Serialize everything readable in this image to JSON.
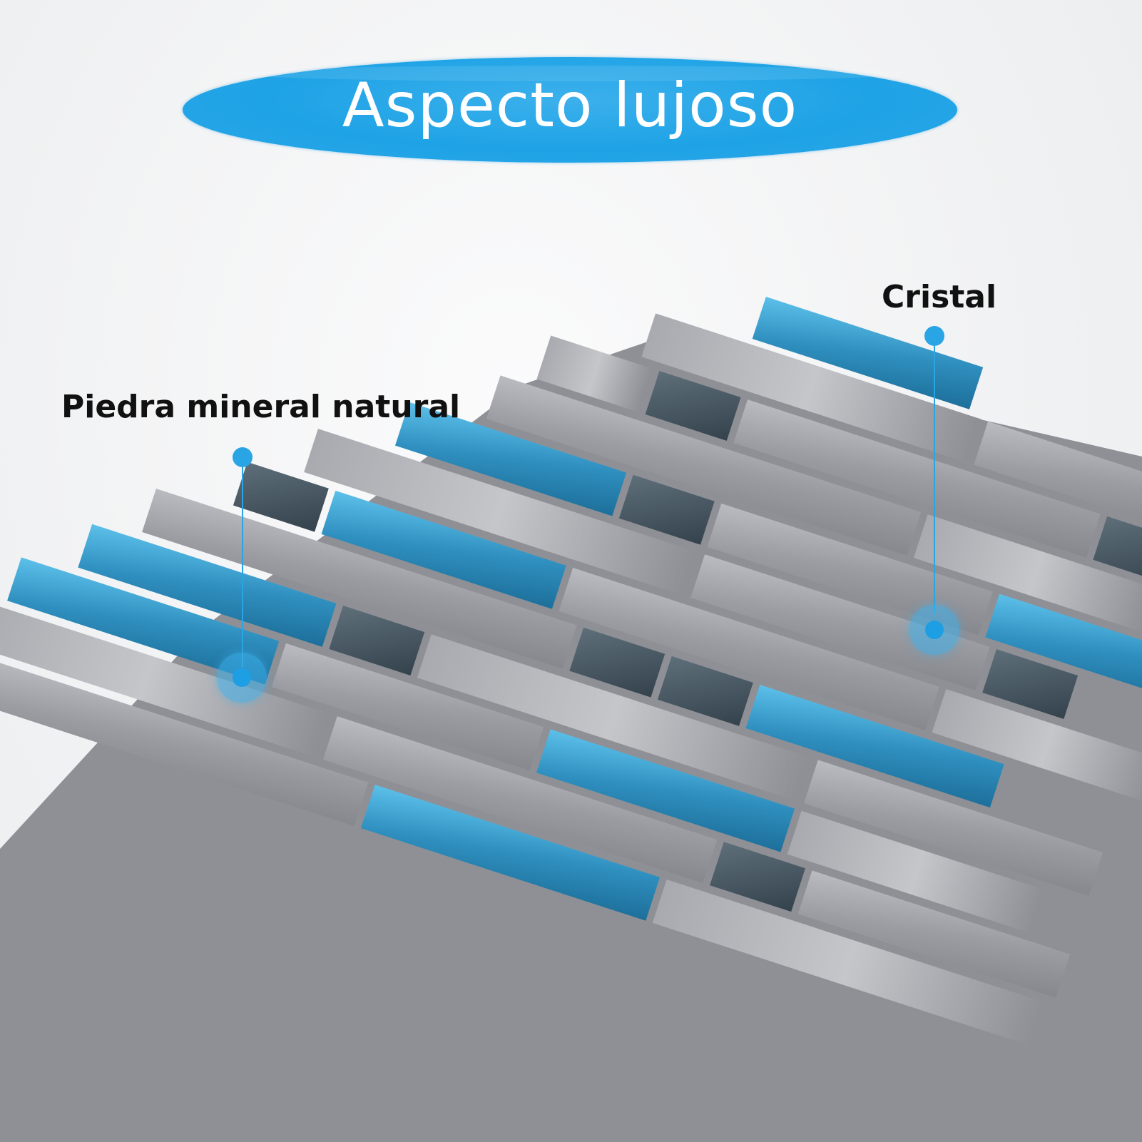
{
  "banner": {
    "title": "Aspecto lujoso",
    "color": "#1ea3e6"
  },
  "callouts": [
    {
      "label": "Piedra mineral natural"
    },
    {
      "label": "Cristal"
    }
  ],
  "colors": {
    "background": "#f2f3f4",
    "stone": "#9a9ca2",
    "glass_blue": "#2f8fbf",
    "glass_dark": "#43535e",
    "pointer": "#29a4e4"
  }
}
